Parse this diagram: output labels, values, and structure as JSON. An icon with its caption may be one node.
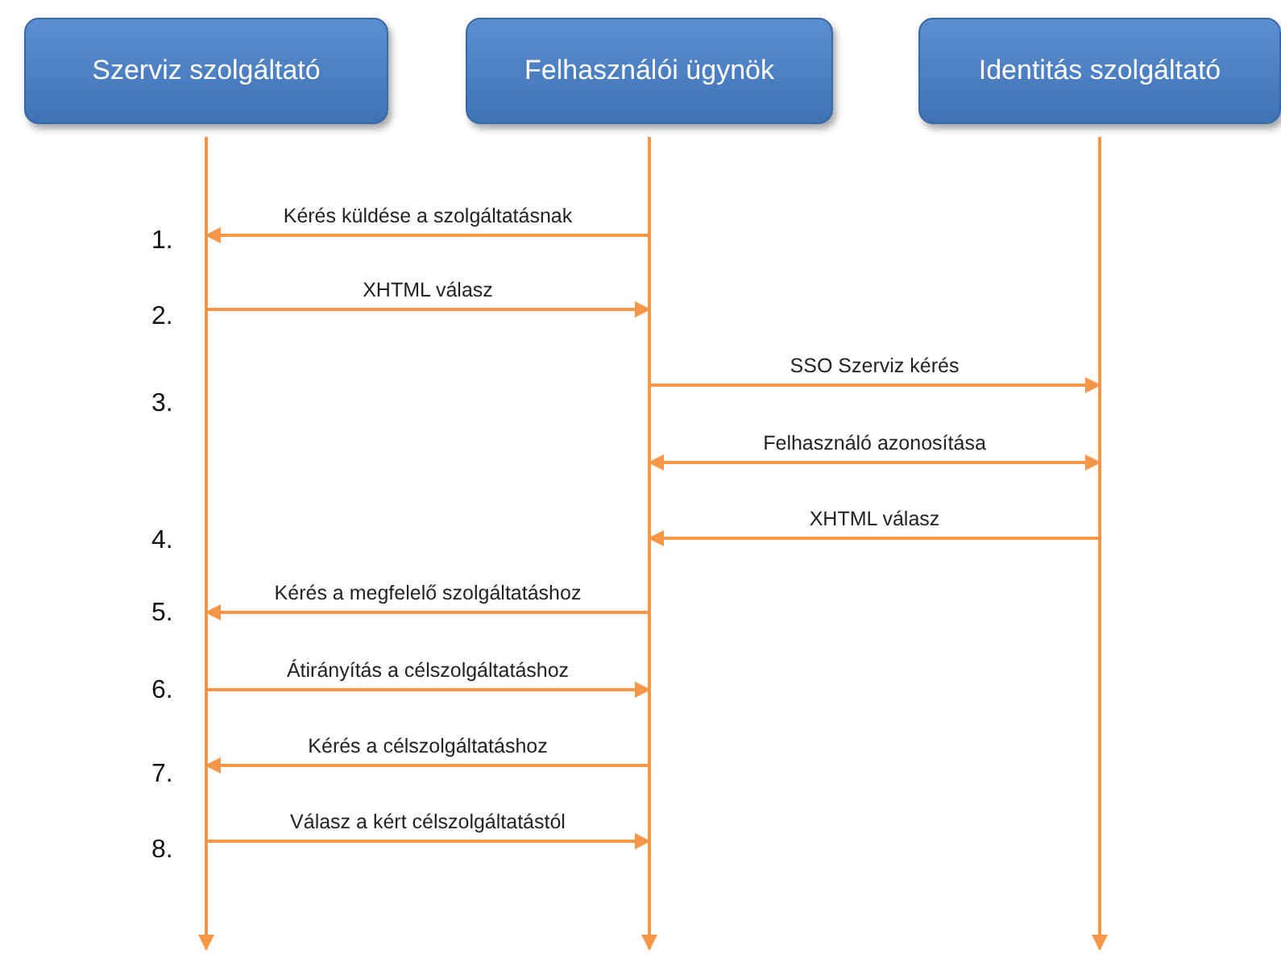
{
  "diagram": {
    "nodes": [
      {
        "text": [
          "Szerviz szolgáltató"
        ]
      },
      {
        "text": [
          "Felhasználói ügynök"
        ]
      },
      {
        "text": [
          "Identitás szolgáltató"
        ]
      }
    ],
    "edges": [
      {
        "from": 1,
        "to": 0,
        "arrow": "to",
        "label": "Kérés küldése a szolgáltatásnak"
      },
      {
        "from": 0,
        "to": 1,
        "arrow": "to",
        "label": "XHTML válasz"
      },
      {
        "from": 1,
        "to": 2,
        "arrow": "to",
        "label": "SSO Szerviz kérés"
      },
      {
        "from": 1,
        "to": 2,
        "arrow": "both",
        "label": "Felhasználó azonosítása"
      },
      {
        "from": 2,
        "to": 1,
        "arrow": "to",
        "label": "XHTML válasz"
      },
      {
        "from": 1,
        "to": 0,
        "arrow": "to",
        "label": "Kérés a megfelelő szolgáltatáshoz"
      },
      {
        "from": 0,
        "to": 1,
        "arrow": "to",
        "label": "Átirányítás a célszolgáltatáshoz"
      },
      {
        "from": 1,
        "to": 0,
        "arrow": "to",
        "label": "Kérés a célszolgáltatáshoz"
      },
      {
        "from": 0,
        "to": 1,
        "arrow": "to",
        "label": "Válasz a kért célszolgáltatástól"
      }
    ],
    "labels": [
      "1.",
      "2.",
      "3.",
      "4.",
      "5.",
      "6.",
      "7.",
      "8."
    ]
  }
}
